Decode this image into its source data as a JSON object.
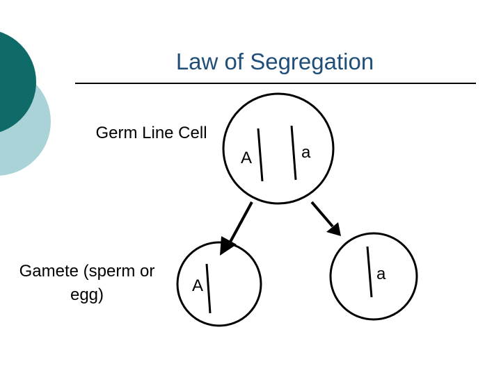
{
  "slide": {
    "title": "Law of Segregation",
    "labels": {
      "germ_line_cell": "Germ Line Cell",
      "gamete": "Gamete (sperm or egg)"
    },
    "germ_line_cell": {
      "alleles": [
        "A",
        "a"
      ]
    },
    "gametes": [
      {
        "allele": "A"
      },
      {
        "allele": "a"
      }
    ]
  },
  "colors": {
    "background": "#ffffff",
    "title": "#1f4e79",
    "teal_dark": "#0f6b68",
    "teal_light": "#a9d3d6",
    "lines": "#000000"
  }
}
